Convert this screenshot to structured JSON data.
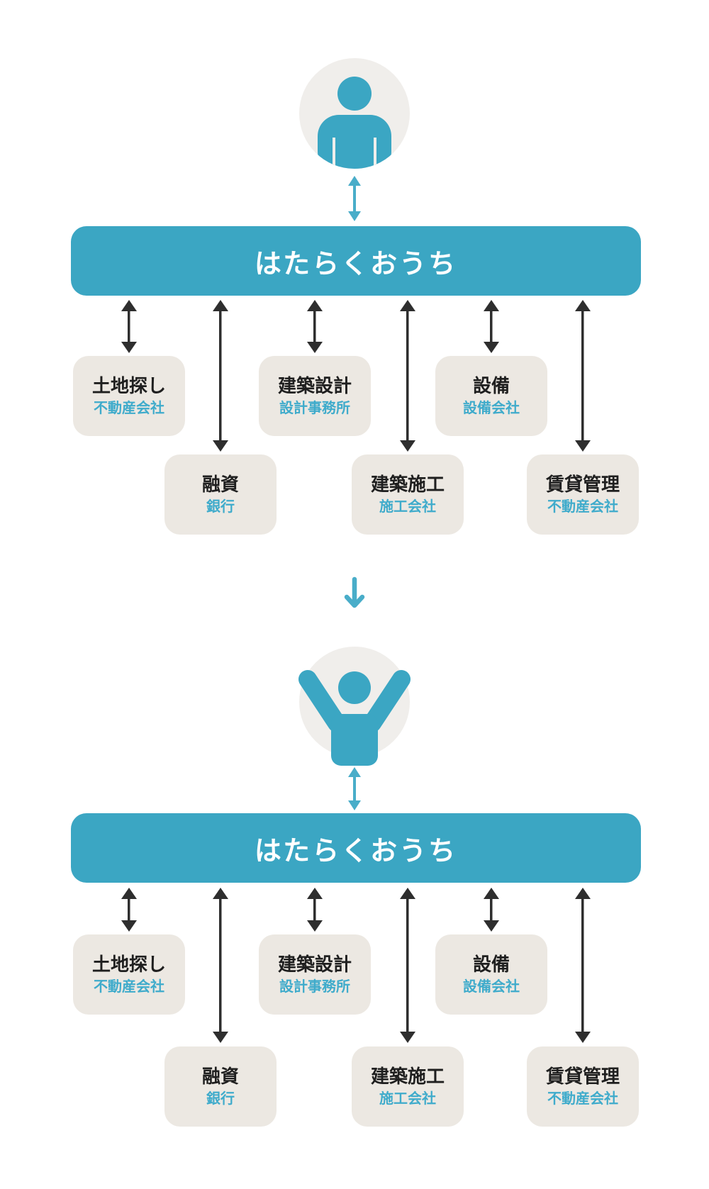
{
  "page": {
    "background": "#ffffff"
  },
  "colors": {
    "teal_banner": "#3BA6C3",
    "teal_accent": "#49ADC9",
    "box_background": "#ECE8E2",
    "icon_circle_background": "#F0EEEB",
    "arrow_black": "#2E2E2E",
    "title_text": "#1F1F1F",
    "subtitle_text": "#3FABCB"
  },
  "icons": {
    "before_actor": "person-icon",
    "after_actor": "cheering-person-icon",
    "section_flow": "down-arrow-icon",
    "connector": "double-headed-vertical-arrow"
  },
  "sections": [
    {
      "id": "before",
      "banner": "はたらくおうち",
      "boxes": [
        {
          "title": "土地探し",
          "subtitle": "不動産会社"
        },
        {
          "title": "融資",
          "subtitle": "銀行"
        },
        {
          "title": "建築設計",
          "subtitle": "設計事務所"
        },
        {
          "title": "建築施工",
          "subtitle": "施工会社"
        },
        {
          "title": "設備",
          "subtitle": "設備会社"
        },
        {
          "title": "賃貸管理",
          "subtitle": "不動産会社"
        }
      ]
    },
    {
      "id": "after",
      "banner": "はたらくおうち",
      "boxes": [
        {
          "title": "土地探し",
          "subtitle": "不動産会社"
        },
        {
          "title": "融資",
          "subtitle": "銀行"
        },
        {
          "title": "建築設計",
          "subtitle": "設計事務所"
        },
        {
          "title": "建築施工",
          "subtitle": "施工会社"
        },
        {
          "title": "設備",
          "subtitle": "設備会社"
        },
        {
          "title": "賃貸管理",
          "subtitle": "不動産会社"
        }
      ]
    }
  ]
}
